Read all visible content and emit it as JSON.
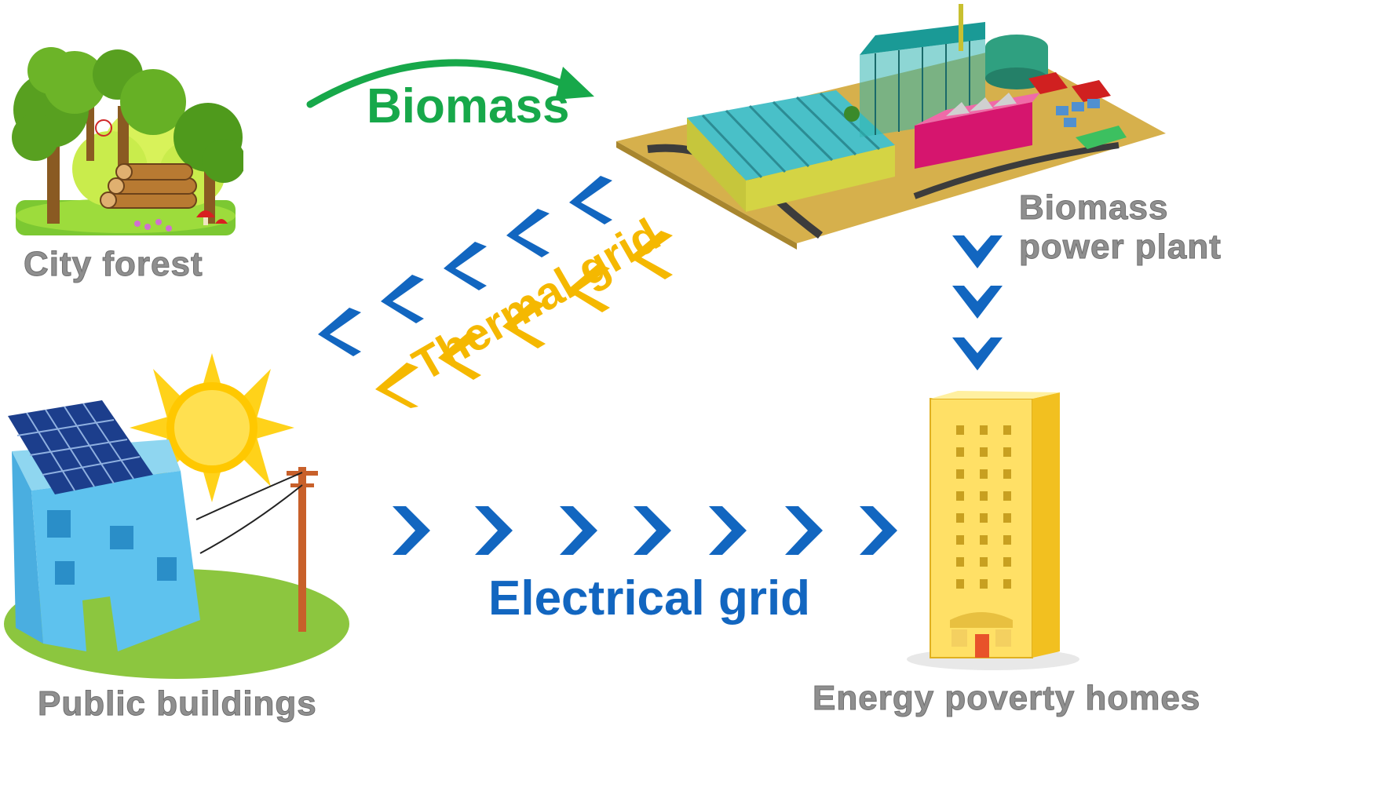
{
  "nodes": {
    "city_forest": {
      "label": "City forest",
      "icon": "forest-icon"
    },
    "power_plant": {
      "label_line1": "Biomass",
      "label_line2": "power plant",
      "icon": "biomass-power-plant-icon"
    },
    "public_buildings": {
      "label": "Public buildings",
      "icon": "solar-public-building-icon"
    },
    "homes": {
      "label": "Energy poverty homes",
      "icon": "apartment-building-icon"
    }
  },
  "flows": {
    "biomass": {
      "label": "Biomass",
      "color": "#17a84a"
    },
    "thermal": {
      "label": "Thermal grid",
      "color": "#f5b800",
      "secondary_color": "#1266c0"
    },
    "electrical": {
      "label": "Electrical grid",
      "color": "#1266c0"
    }
  },
  "colors": {
    "node_label": "#8f8f8f",
    "blue_chevron": "#1266c0",
    "yellow_chevron": "#f5b800"
  }
}
